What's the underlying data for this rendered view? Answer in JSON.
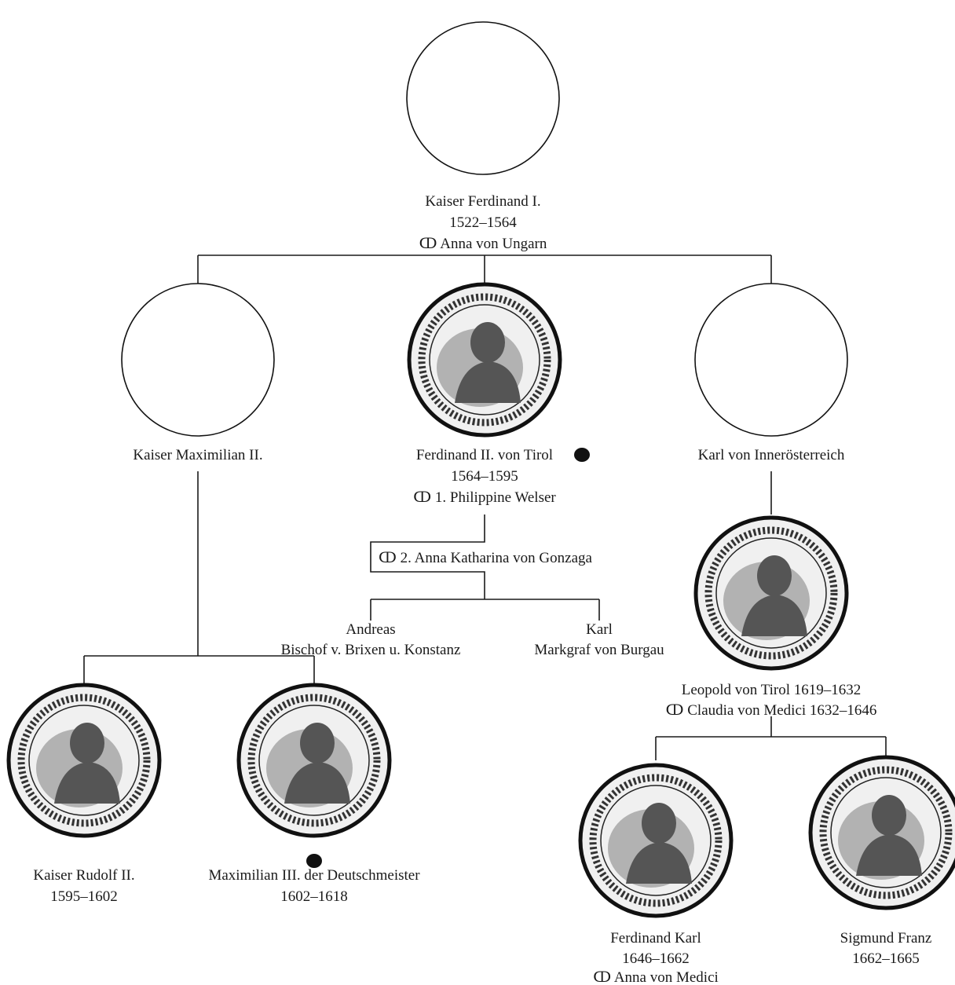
{
  "nodes": {
    "ferdinand1": {
      "name": "Kaiser Ferdinand I.",
      "dates": "1522–1564",
      "spouse": "ↀ Anna von Ungarn",
      "portrait": "empty-circle"
    },
    "maximilian2": {
      "name": "Kaiser Maximilian II.",
      "portrait": "empty-circle"
    },
    "ferdinand2": {
      "name": "Ferdinand II. von Tirol",
      "dates": "1564–1595",
      "spouse1": "ↀ 1. Philippine Welser",
      "spouse2": "ↀ 2. Anna Katharina von Gonzaga",
      "portrait": "coin",
      "marker": "dot"
    },
    "karl_inner": {
      "name": "Karl von Innerösterreich",
      "portrait": "empty-circle"
    },
    "andreas": {
      "name": "Andreas",
      "title": "Bischof v. Brixen u. Konstanz"
    },
    "karl_burgau": {
      "name": "Karl",
      "title": "Markgraf von Burgau"
    },
    "rudolf2": {
      "name": "Kaiser Rudolf II.",
      "dates": "1595–1602",
      "portrait": "coin"
    },
    "maximilian3": {
      "name": "Maximilian III. der Deutschmeister",
      "dates": "1602–1618",
      "portrait": "coin",
      "marker": "dot"
    },
    "leopold": {
      "name": "Leopold von Tirol 1619–1632",
      "spouse": "ↀ Claudia von Medici 1632–1646",
      "portrait": "coin"
    },
    "ferdinand_karl": {
      "name": "Ferdinand Karl",
      "dates": "1646–1662",
      "spouse": "ↀ Anna von Medici",
      "portrait": "coin"
    },
    "sigmund_franz": {
      "name": "Sigmund Franz",
      "dates": "1662–1665",
      "portrait": "coin"
    }
  }
}
